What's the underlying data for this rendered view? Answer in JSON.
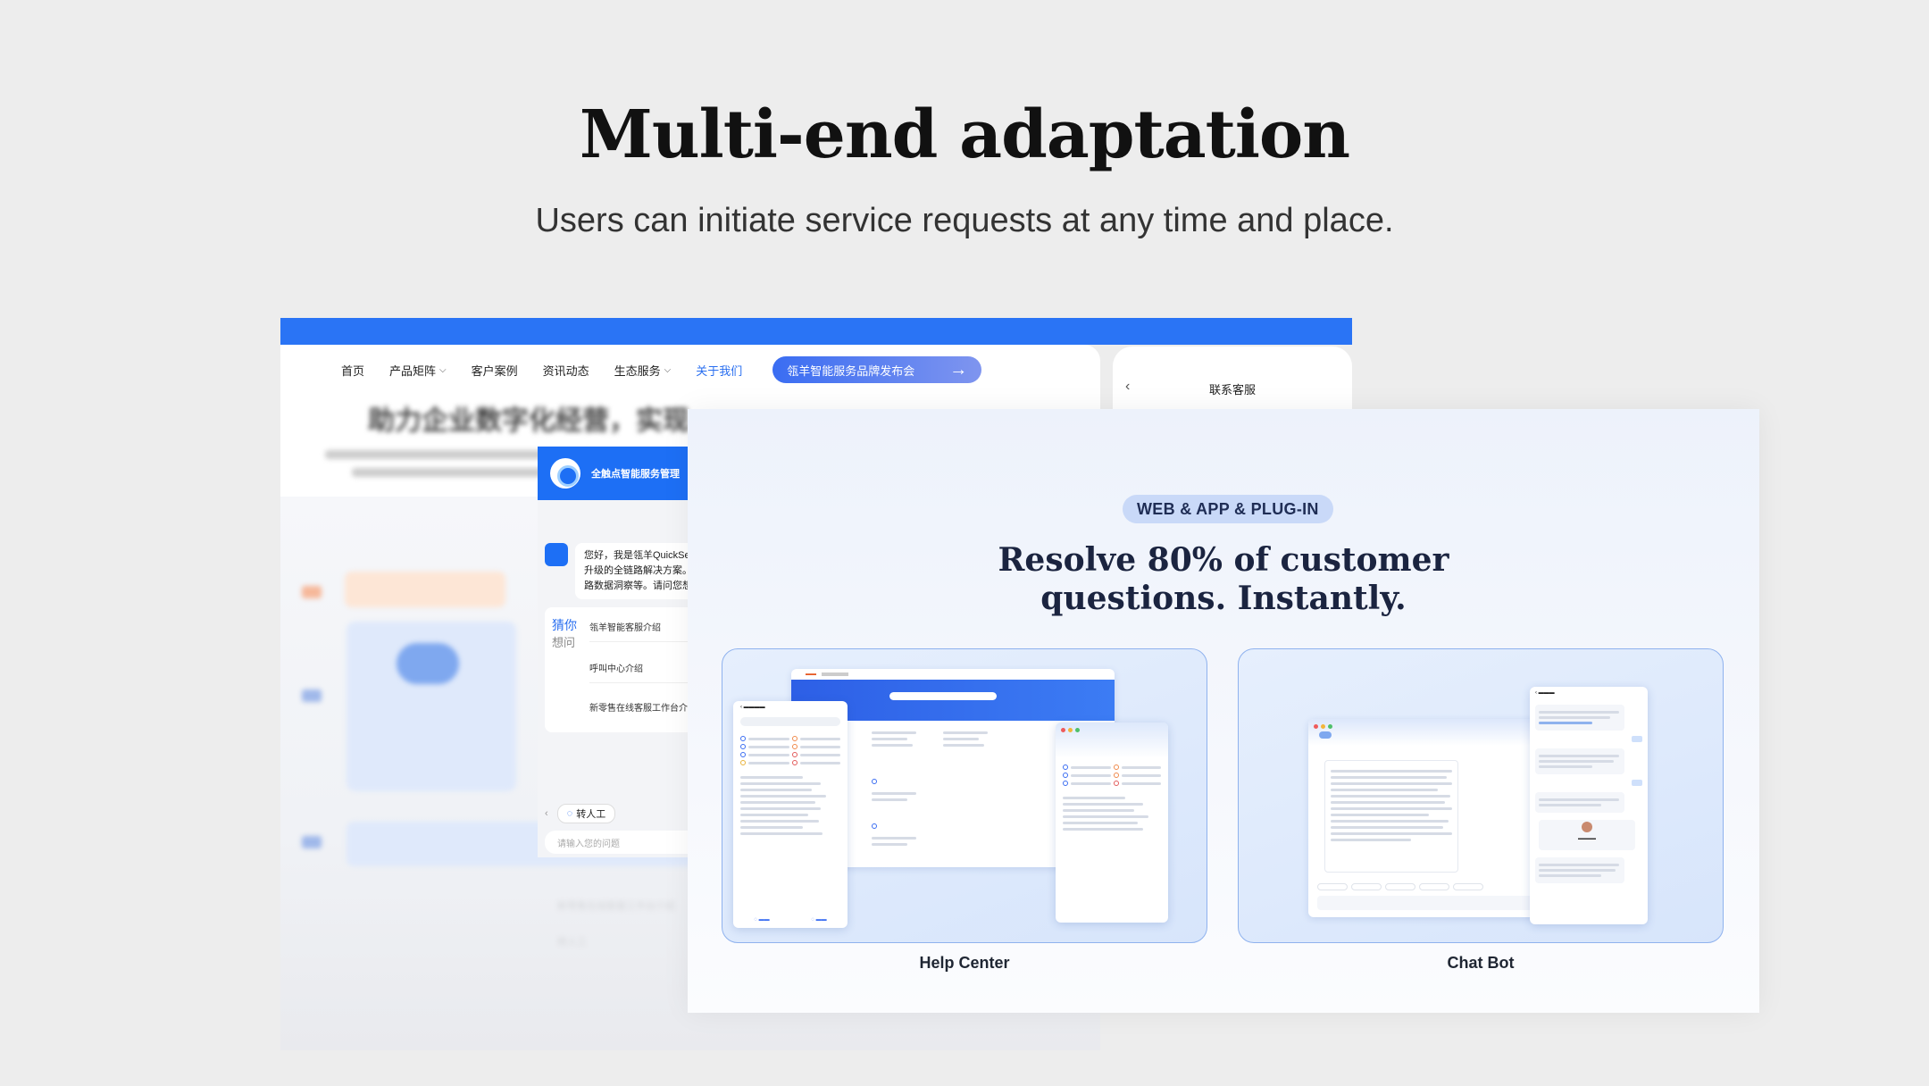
{
  "hero": {
    "title": "Multi-end adaptation",
    "subtitle": "Users can initiate service requests at any time and place."
  },
  "background_site": {
    "nav": {
      "items": [
        {
          "label": "首页",
          "has_dropdown": false
        },
        {
          "label": "产品矩阵",
          "has_dropdown": true
        },
        {
          "label": "客户案例",
          "has_dropdown": false
        },
        {
          "label": "资讯动态",
          "has_dropdown": false
        },
        {
          "label": "生态服务",
          "has_dropdown": true
        },
        {
          "label": "关于我们",
          "has_dropdown": false,
          "active": true
        }
      ],
      "cta_label": "瓴羊智能服务品牌发布会"
    },
    "heading": "助力企业数字化经营，实现",
    "chat_widget": {
      "title": "全触点智能服务管理",
      "greeting_lines": [
        "您好，我是瓴羊QuickSe",
        "升级的全链路解决方案。",
        "路数据洞察等。请问您想"
      ],
      "guess_tag": "猜你",
      "guess_tag_sub": "想问",
      "suggestions": [
        "瓴羊智能客服介绍",
        "呼叫中心介绍",
        "新零售在线客服工作台介绍"
      ],
      "transfer_label": "转人工",
      "input_placeholder": "请输入您的问题"
    },
    "phone": {
      "title": "联系客服"
    }
  },
  "card": {
    "badge": "WEB & APP & PLUG-IN",
    "title_line1": "Resolve 80% of customer",
    "title_line2": "questions. Instantly.",
    "panels": [
      {
        "label": "Help Center"
      },
      {
        "label": "Chat Bot"
      }
    ]
  },
  "colors": {
    "brand_blue": "#2a74f5",
    "badge_bg": "#c9d9f8",
    "panel_border": "#8fb2ee"
  }
}
